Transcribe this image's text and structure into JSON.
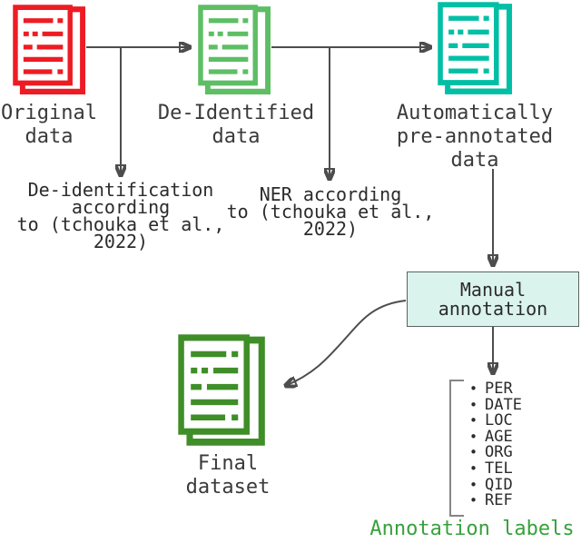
{
  "colors": {
    "arrow": "#4d4d4d",
    "original": "#ed1c24",
    "deidentified": "#5dbe64",
    "preannotated": "#00bfa5",
    "final": "#3f8e28",
    "box_fill": "#dbf3ed",
    "caption_green": "#38a13c"
  },
  "nodes": {
    "original": {
      "label": "Original\ndata"
    },
    "deidentified": {
      "label": "De-Identified\ndata"
    },
    "preannotated": {
      "label": "Automatically\npre-annotated\ndata"
    },
    "final": {
      "label": "Final\ndataset"
    }
  },
  "process_box": {
    "label": "Manual\nannotation"
  },
  "edge_notes": {
    "deidentification": "De-identification\naccording\nto (tchouka et al.,\n2022)",
    "ner": "NER according\nto (tchouka et al.,\n2022)"
  },
  "annotation": {
    "items": [
      "PER",
      "DATE",
      "LOC",
      "AGE",
      "ORG",
      "TEL",
      "QID",
      "REF"
    ],
    "caption": "Annotation labels"
  }
}
